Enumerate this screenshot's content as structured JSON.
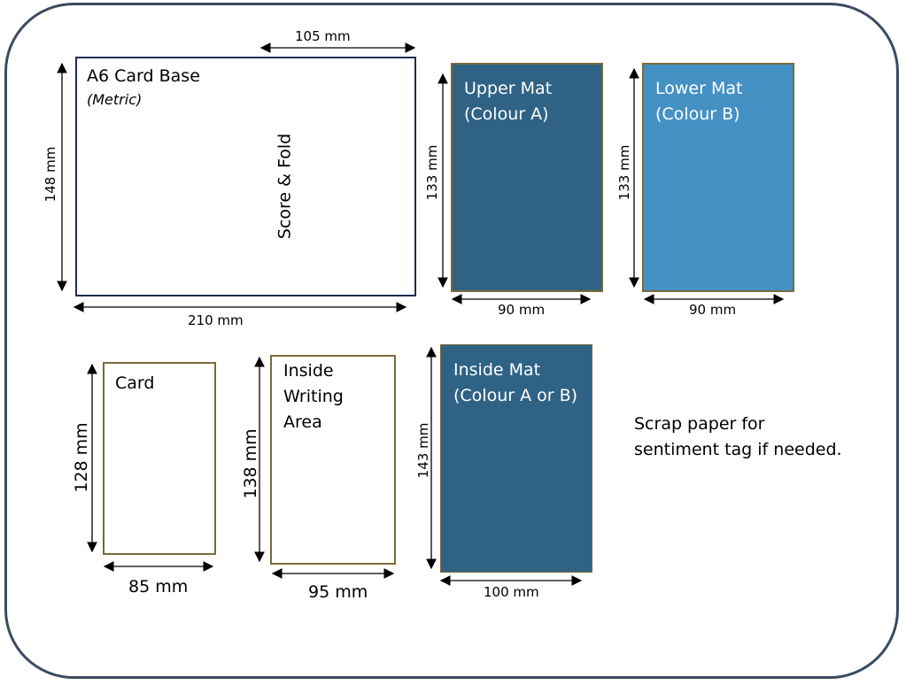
{
  "pieces": {
    "card_base": {
      "title": "A6 Card Base",
      "subtitle": "(Metric)",
      "fold_label": "Score & Fold",
      "width": "210 mm",
      "height": "148 mm",
      "half_width": "105 mm"
    },
    "upper_mat": {
      "line1": "Upper Mat",
      "line2": "(Colour A)",
      "width": "90 mm",
      "height": "133 mm",
      "color": "#2f6285"
    },
    "lower_mat": {
      "line1": "Lower Mat",
      "line2": "(Colour B)",
      "width": "90 mm",
      "height": "133 mm",
      "color": "#4591c4"
    },
    "card": {
      "line1": "Card",
      "width": "85 mm",
      "height": "128 mm"
    },
    "inside_writing": {
      "line1": "Inside",
      "line2": "Writing",
      "line3": "Area",
      "width": "95 mm",
      "height": "138 mm"
    },
    "inside_mat": {
      "line1": "Inside Mat",
      "line2": "(Colour A or B)",
      "width": "100 mm",
      "height": "143 mm",
      "color": "#2f6285"
    }
  },
  "note": {
    "line1": "Scrap paper for",
    "line2": "sentiment tag if needed."
  }
}
